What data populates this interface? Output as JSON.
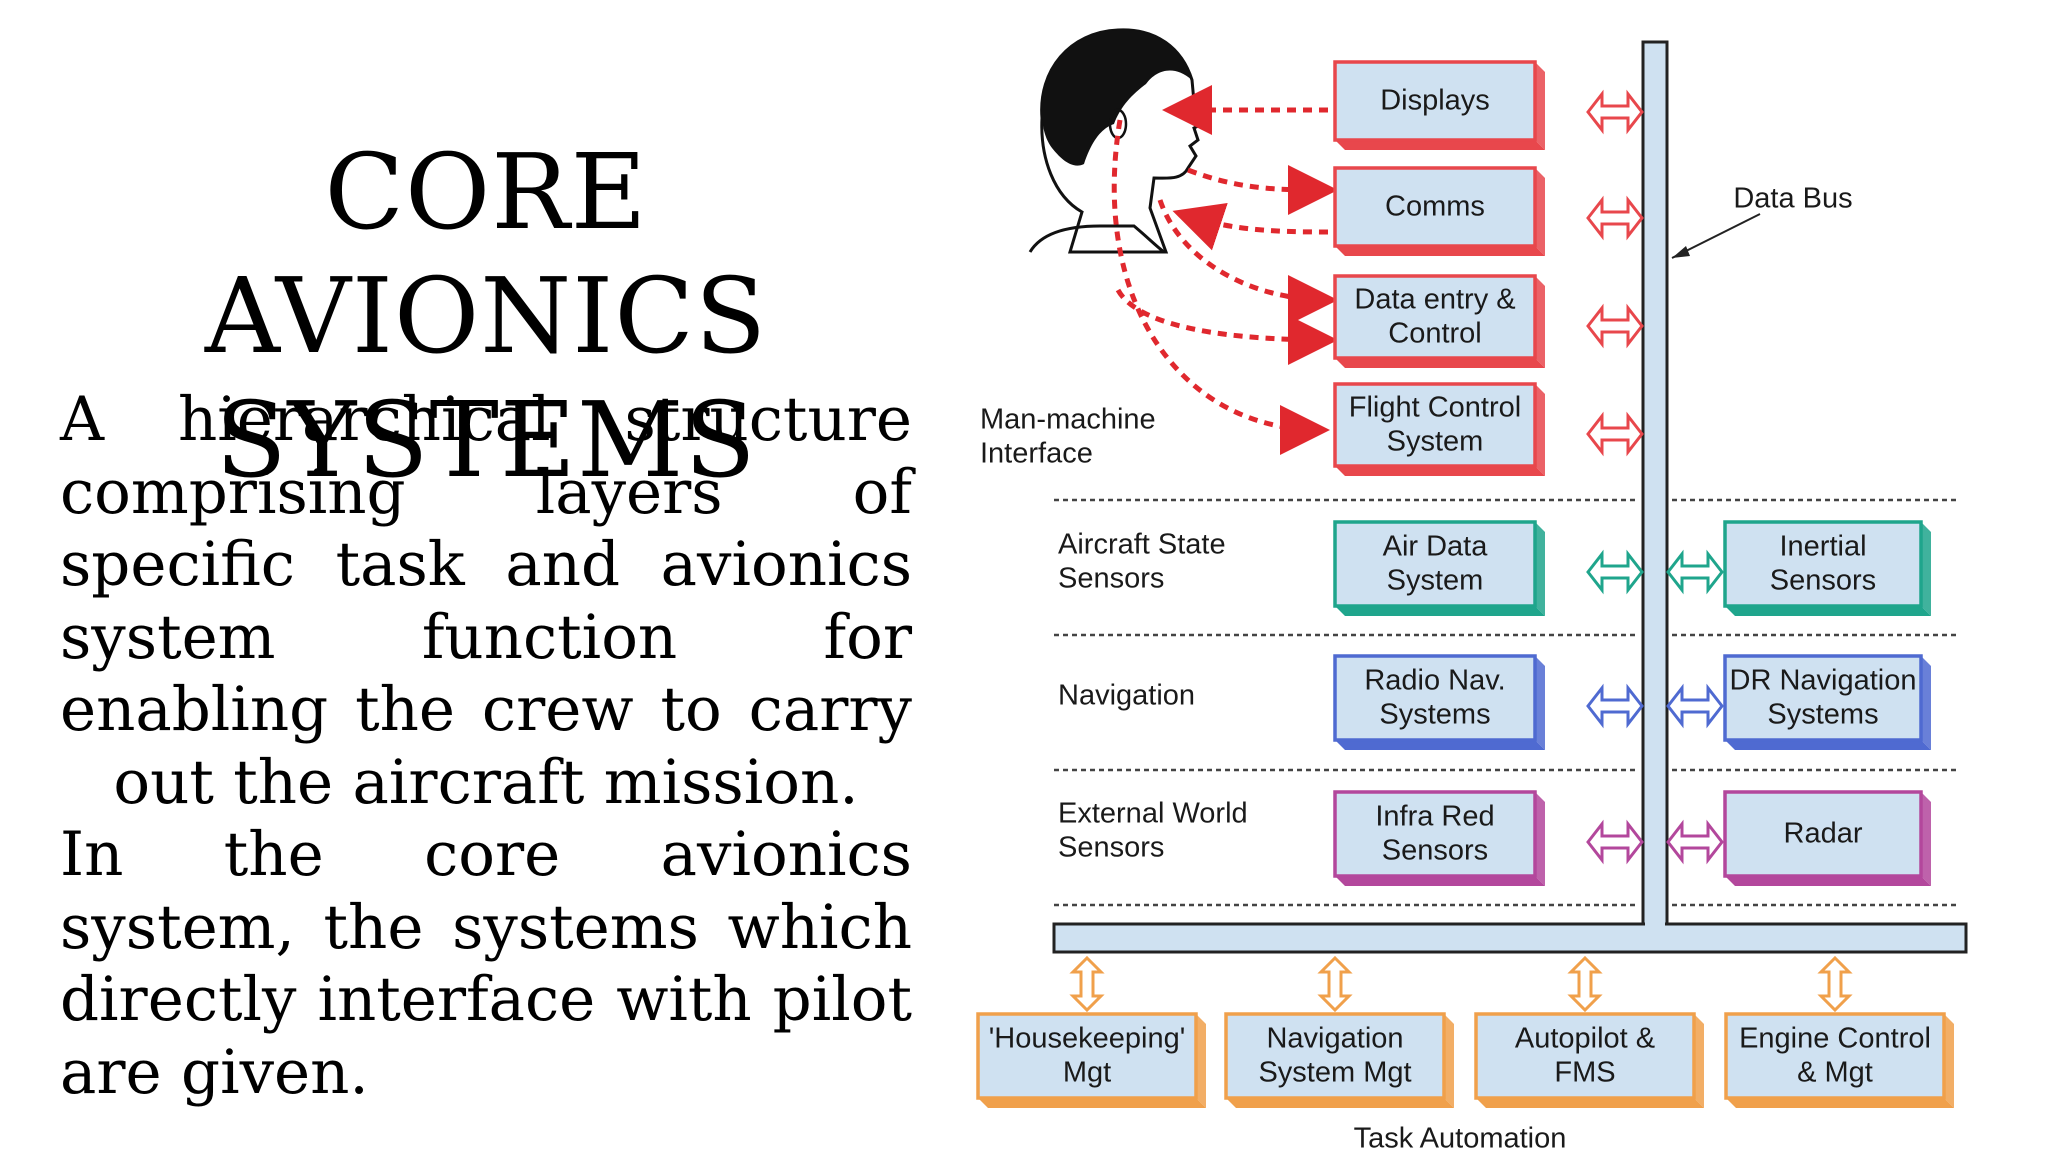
{
  "title": "CORE AVIONICS SYSTEMS",
  "title_lines": [
    "CORE AVIONICS",
    "SYSTEMS"
  ],
  "body": {
    "para1": "A hierarchical structure comprising layers of specific task and avionics system function for enabling the crew to carry out the aircraft mission.",
    "para2": "In the core avionics system, the systems which directly interface with pilot are given."
  },
  "diagram": {
    "data_bus_label": "Data Bus",
    "task_automation_label": "Task Automation",
    "layers": [
      {
        "label": [
          "Man-machine",
          "Interface"
        ]
      },
      {
        "label": [
          "Aircraft State",
          "Sensors"
        ]
      },
      {
        "label": [
          "Navigation"
        ]
      },
      {
        "label": [
          "External World",
          "Sensors"
        ]
      }
    ],
    "mmi_boxes": [
      {
        "lines": [
          "Displays"
        ]
      },
      {
        "lines": [
          "Comms"
        ]
      },
      {
        "lines": [
          "Data entry &",
          "Control"
        ]
      },
      {
        "lines": [
          "Flight Control",
          "System"
        ]
      }
    ],
    "sensor_boxes": [
      {
        "lines": [
          "Air Data",
          "System"
        ]
      },
      {
        "lines": [
          "Inertial",
          "Sensors"
        ]
      },
      {
        "lines": [
          "Radio Nav.",
          "Systems"
        ]
      },
      {
        "lines": [
          "DR Navigation",
          "Systems"
        ]
      },
      {
        "lines": [
          "Infra Red",
          "Sensors"
        ]
      },
      {
        "lines": [
          "Radar"
        ]
      }
    ],
    "bottom_boxes": [
      {
        "lines": [
          "'Housekeeping'",
          "Mgt"
        ]
      },
      {
        "lines": [
          "Navigation",
          "System Mgt"
        ]
      },
      {
        "lines": [
          "Autopilot &",
          "FMS"
        ]
      },
      {
        "lines": [
          "Engine Control",
          "& Mgt"
        ]
      }
    ],
    "colors": {
      "mmi": "#e8474c",
      "air": "#1fa58c",
      "nav": "#4f6ad1",
      "ext": "#b3479c",
      "bottom": "#f0a04b",
      "box_fill": "#cfe1f1",
      "bus": "#cfe1f1",
      "arrow_red": "#e0282e"
    },
    "icons": [
      "pilot-head-icon"
    ]
  }
}
